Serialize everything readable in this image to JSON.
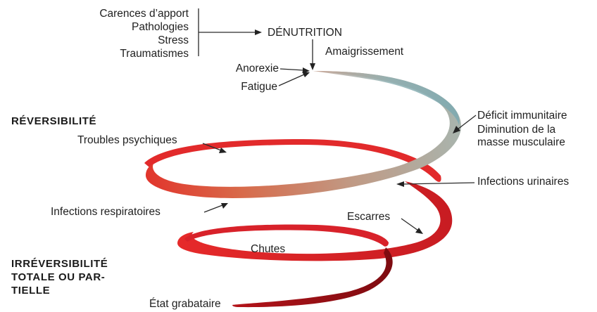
{
  "causes": [
    "Carences d’apport",
    "Pathologies",
    "Stress",
    "Traumatismes"
  ],
  "center_title": "DÉNUTRITION",
  "reversibility_heading": "RÉVERSIBILITÉ",
  "irreversibility_heading": [
    "IRRÉVERSIBILITÉ",
    "TOTALE OU PAR-",
    "TIELLE"
  ],
  "labels": {
    "amaigrissement": "Amaigrissement",
    "anorexie": "Anorexie",
    "fatigue": "Fatigue",
    "deficit_immunitaire": "Déficit immunitaire",
    "diminution_1": "Diminution de la",
    "diminution_2": "masse musculaire",
    "troubles_psychiques": "Troubles psychiques",
    "infections_urinaires": "Infections urinaires",
    "infections_respiratoires": "Infections respiratoires",
    "escarres": "Escarres",
    "chutes": "Chutes",
    "etat_grabataire": "État grabataire"
  },
  "colors": {
    "spiral_top": "#7fb0b8",
    "spiral_mid": "#c9876a",
    "spiral_red": "#e0262b",
    "spiral_dark": "#8f0e12",
    "text": "#1f1f1f"
  }
}
